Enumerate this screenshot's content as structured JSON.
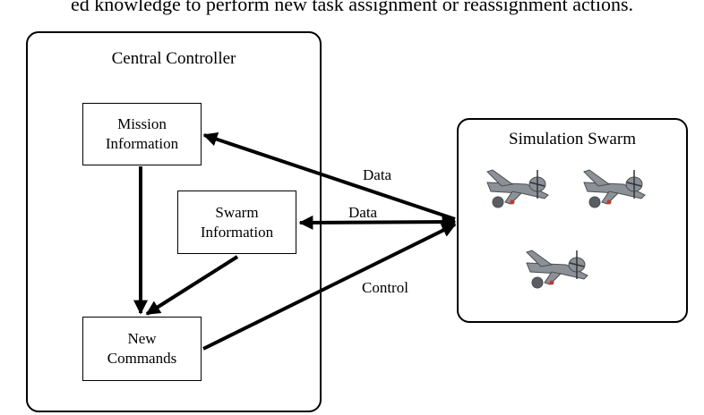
{
  "header_text": "ed knowledge to perform new task assignment or reassignment actions.",
  "controller": {
    "title": "Central Controller",
    "mission": {
      "line1": "Mission",
      "line2": "Information"
    },
    "swarm_info": {
      "line1": "Swarm",
      "line2": "Information"
    },
    "commands": {
      "line1": "New",
      "line2": "Commands"
    }
  },
  "swarm": {
    "title": "Simulation Swarm"
  },
  "edges": {
    "data_top": "Data",
    "data_mid": "Data",
    "control": "Control"
  },
  "icons": [
    "drone-icon",
    "drone-icon",
    "drone-icon"
  ]
}
